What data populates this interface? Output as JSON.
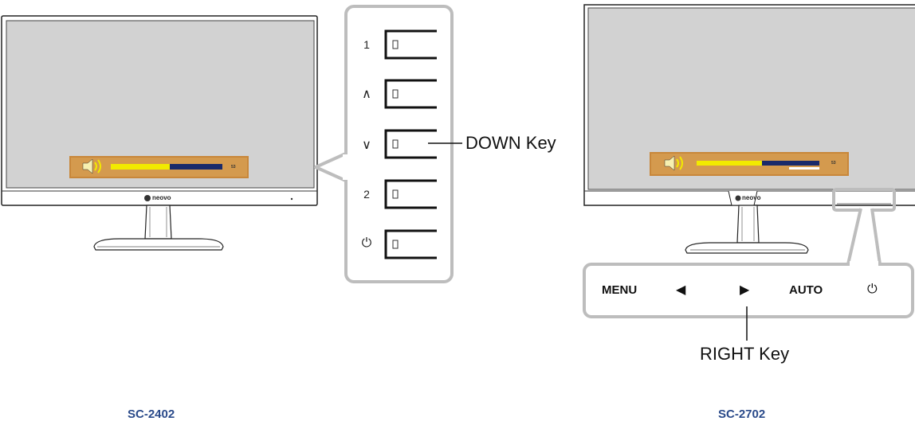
{
  "sc2402": {
    "model": "SC-2402",
    "brand": "neovo",
    "osd": {
      "volume_value": "53",
      "volume_level": 0.53
    },
    "keys": [
      {
        "label": "1",
        "icon": "one-label"
      },
      {
        "label": "∧",
        "icon": "up-arrow-icon"
      },
      {
        "label": "∨",
        "icon": "down-arrow-icon"
      },
      {
        "label": "2",
        "icon": "two-label"
      },
      {
        "label": "⏻",
        "icon": "power-icon"
      }
    ],
    "callout": "DOWN Key"
  },
  "sc2702": {
    "model": "SC-2702",
    "brand": "neovo",
    "osd": {
      "volume_value": "53",
      "volume_level": 0.53
    },
    "key_bar": {
      "menu": "MENU",
      "left": "◀",
      "right": "▶",
      "auto": "AUTO",
      "power": "⏻"
    },
    "callout": "RIGHT Key"
  },
  "colors": {
    "osd_bg": "#c8873a",
    "osd_panel": "#d4a05a",
    "volume_fill": "#f2ea00",
    "volume_track": "#1a2a6a",
    "screen": "#d2d2d2",
    "highlight": "#bdbdbd"
  }
}
